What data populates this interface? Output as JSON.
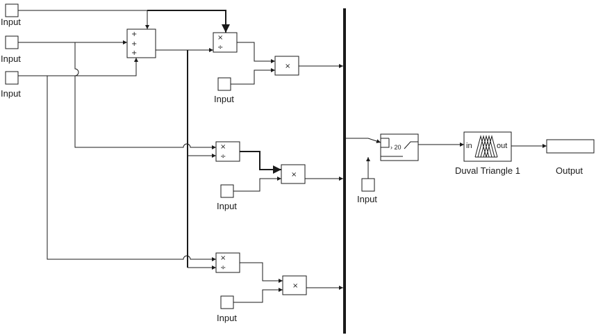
{
  "diagram": {
    "input_label": "Input",
    "output_label": "Output",
    "sum_signs": [
      "+",
      "+",
      "+"
    ],
    "product_symbol": "×",
    "divide_symbol": "÷",
    "switch_threshold": "› 20",
    "fis_in": "in",
    "fis_out": "out",
    "fis_name": "Duval Triangle 1"
  }
}
